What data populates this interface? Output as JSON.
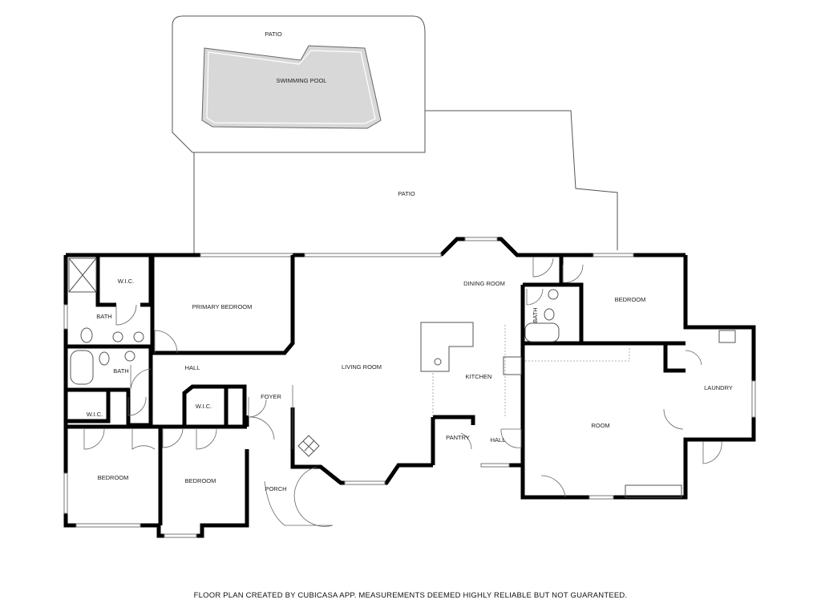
{
  "rooms": {
    "patio_top": "PATIO",
    "pool": "SWIMMING POOL",
    "patio": "PATIO",
    "primary_bedroom": "PRIMARY BEDROOM",
    "wic_primary": "W.I.C.",
    "bath_primary": "BATH",
    "bath_hall": "BATH",
    "hall": "HALL",
    "wic_left": "W.I.C.",
    "wic_center": "W.I.C.",
    "foyer": "FOYER",
    "bedroom_left": "BEDROOM",
    "bedroom_center": "BEDROOM",
    "porch": "PORCH",
    "living_room": "LIVING ROOM",
    "dining_room": "DINING ROOM",
    "kitchen": "KITCHEN",
    "pantry": "PANTRY",
    "hall_kitchen": "HALL",
    "bath_right": "BATH",
    "bedroom_right": "BEDROOM",
    "room": "ROOM",
    "laundry": "LAUNDRY"
  },
  "footer": "FLOOR PLAN CREATED BY CUBICASA APP. MEASUREMENTS DEEMED HIGHLY RELIABLE BUT NOT GUARANTEED."
}
